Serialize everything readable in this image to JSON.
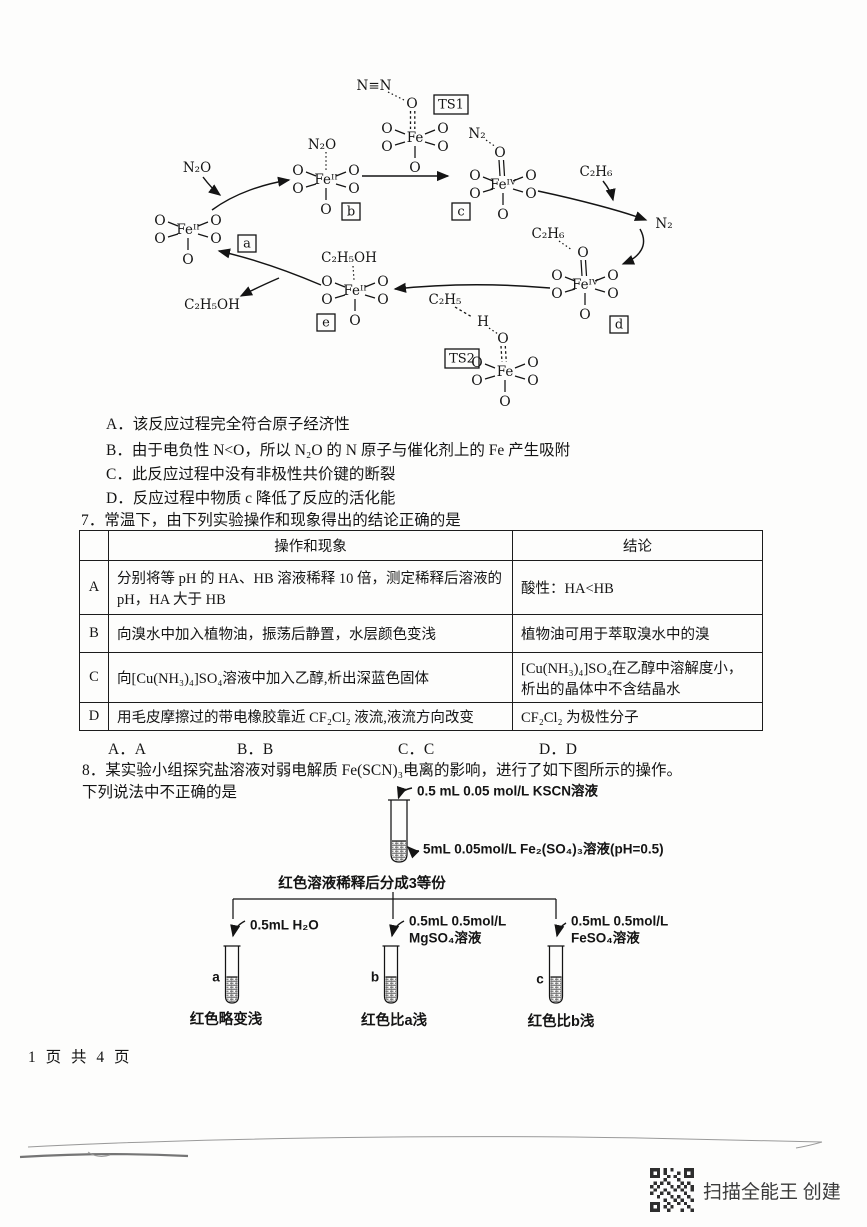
{
  "question6": {
    "option_a": "A．该反应过程完全符合原子经济性",
    "option_b": "B．由于电负性 N<O，所以 N₂O 的 N 原子与催化剂上的 Fe 产生吸附",
    "option_c": "C．此反应过程中没有非极性共价键的断裂",
    "option_d": "D．反应过程中物质 c 降低了反应的活化能"
  },
  "figure": {
    "o": "O",
    "fe2": "Feᴵᴵ",
    "fe4": "Feᴵⱽ",
    "fe": "Fe",
    "n2o": "N₂O",
    "nn": "N≡N",
    "n2": "N₂",
    "c2h6": "C₂H₆",
    "c2h5oh": "C₂H₅OH",
    "c2h5": "C₂H₅",
    "h": "H",
    "ts1": "TS1",
    "ts2": "TS2",
    "box_a": "a",
    "box_b": "b",
    "box_c": "c",
    "box_d": "d",
    "box_e": "e"
  },
  "question7": {
    "stem": "7．常温下，由下列实验操作和现象得出的结论正确的是",
    "header_operation": "操作和现象",
    "header_conclusion": "结论",
    "rows": [
      {
        "label": "A",
        "operation": "分别将等 pH 的 HA、HB 溶液稀释 10 倍，测定稀释后溶液的 pH，HA 大于 HB",
        "conclusion": "酸性：HA<HB"
      },
      {
        "label": "B",
        "operation": "向溴水中加入植物油，振荡后静置，水层颜色变浅",
        "conclusion": "植物油可用于萃取溴水中的溴"
      },
      {
        "label": "C",
        "operation": "向[Cu(NH₃)₄]SO₄溶液中加入乙醇,析出深蓝色固体",
        "conclusion": "[Cu(NH₃)₄]SO₄在乙醇中溶解度小，析出的晶体中不含结晶水"
      },
      {
        "label": "D",
        "operation": "用毛皮摩擦过的带电橡胶靠近 CF₂Cl₂ 液流,液流方向改变",
        "conclusion": "CF₂Cl₂ 为极性分子"
      }
    ],
    "answer_a": "A．A",
    "answer_b": "B．B",
    "answer_c": "C．C",
    "answer_d": "D．D"
  },
  "question8": {
    "stem_line1": "8．某实验小组探究盐溶液对弱电解质 Fe(SCN)₃电离的影响，进行了如下图所示的操作。",
    "stem_line2": "下列说法中不正确的是",
    "label_kscn": "0.5 mL 0.05 mol/L KSCN溶液",
    "label_fe2so43": "5mL 0.05mol/L Fe₂(SO₄)₃溶液(pH=0.5)",
    "split": "红色溶液稀释后分成3等份",
    "branch1_line1": "0.5mL H₂O",
    "branch2_line1": "0.5mL 0.5mol/L",
    "branch2_line2": "MgSO₄溶液",
    "branch3_line1": "0.5mL 0.5mol/L",
    "branch3_line2": "FeSO₄溶液",
    "tube_a": "a",
    "tube_b": "b",
    "tube_c": "c",
    "result_a": "红色略变浅",
    "result_b": "红色比a浅",
    "result_c": "红色比b浅"
  },
  "footer": {
    "page_info": "1 页 共 4 页"
  },
  "scanner": {
    "watermark": "扫描全能王 创建"
  }
}
